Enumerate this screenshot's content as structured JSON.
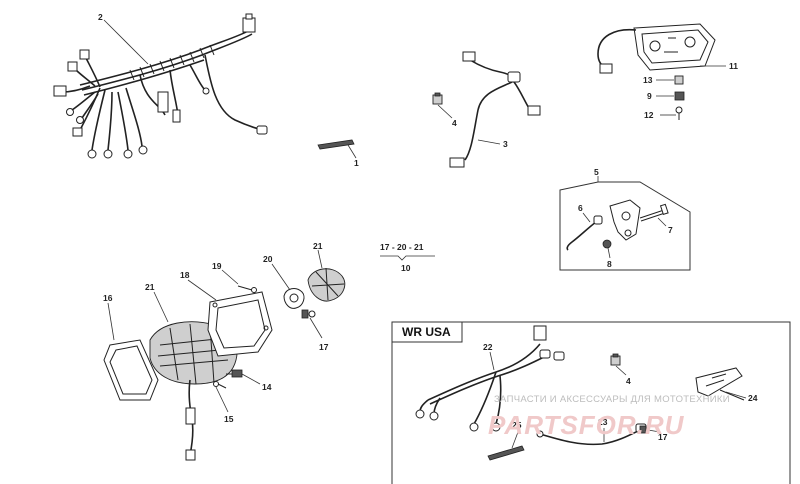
{
  "labels": {
    "p1": "1",
    "p2": "2",
    "p3": "3",
    "p4a": "4",
    "p4b": "4",
    "p5": "5",
    "p6": "6",
    "p7": "7",
    "p8": "8",
    "p9": "9",
    "p10": "10",
    "p11": "11",
    "p12": "12",
    "p13": "13",
    "p14": "14",
    "p15": "15",
    "p16": "16",
    "p17a": "17",
    "p17b": "17",
    "p18": "18",
    "p19": "19",
    "p20": "20",
    "p21a": "21",
    "p21b": "21",
    "p22": "22",
    "p23": "23",
    "p24": "24",
    "p25": "25"
  },
  "group_label": "17 - 20 - 21",
  "inset_title": "WR USA",
  "watermark": {
    "text": "ЗАПЧАСТИ И АКСЕССУАРЫ ДЛЯ МОТОТЕХНИКИ",
    "logo": "PARTSFOR.RU"
  }
}
